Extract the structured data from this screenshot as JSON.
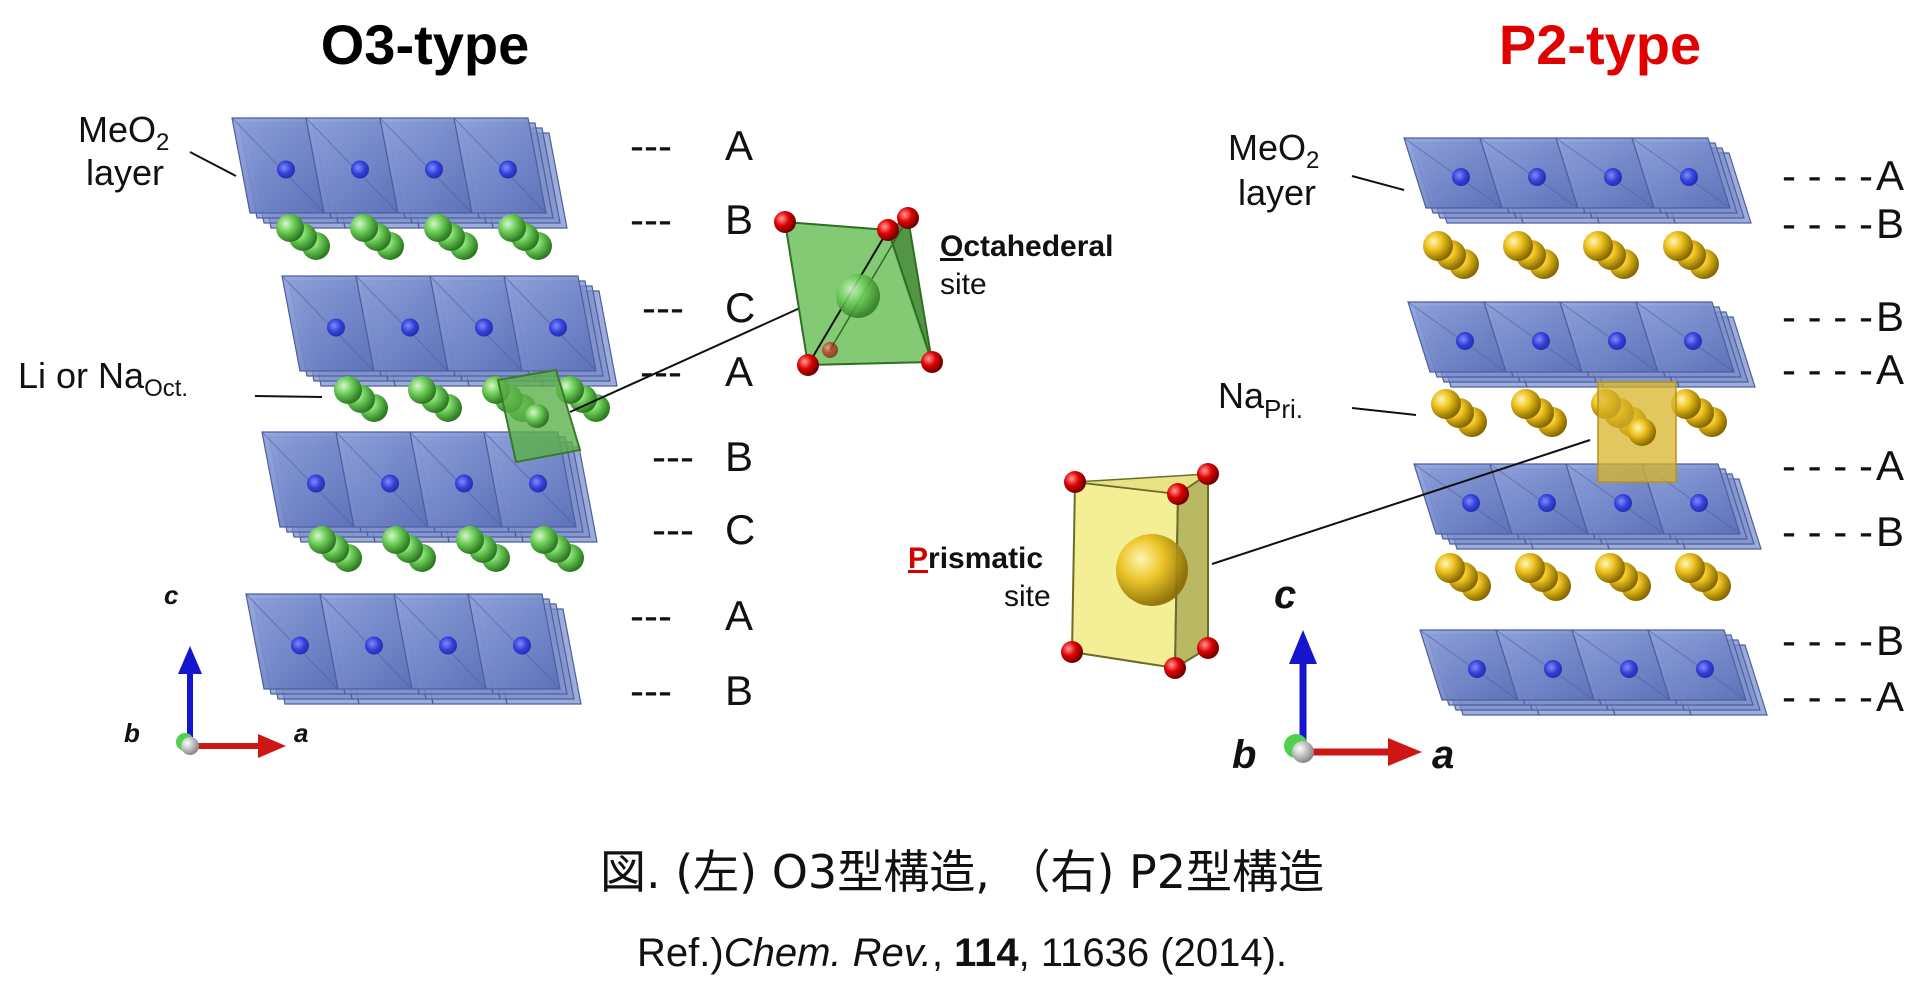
{
  "o3": {
    "title": "O3-type",
    "meo2": "MeO",
    "meo2_sub": "2",
    "layer": "layer",
    "li_na": "Li or Na",
    "li_na_sub": "Oct.",
    "stacking": [
      "A",
      "B",
      "C",
      "A",
      "B",
      "C",
      "A",
      "B"
    ],
    "site_first": "O",
    "site_rest": "ctahederal",
    "site_word": "site"
  },
  "p2": {
    "title": "P2-type",
    "meo2": "MeO",
    "meo2_sub": "2",
    "layer": "layer",
    "na": "Na",
    "na_sub": "Pri.",
    "stacking": [
      "A",
      "B",
      "B",
      "A",
      "A",
      "B",
      "B",
      "A"
    ],
    "site_first": "P",
    "site_rest": "rismatic",
    "site_word": "site"
  },
  "axes": {
    "c": "c",
    "a": "a",
    "b": "b"
  },
  "caption": {
    "fig": "図. (左) O3型構造, （右) P2型構造",
    "ref_prefix": "Ref.)",
    "ref_journal": "Chem. Rev.",
    "ref_sep": ", ",
    "ref_volume": "114",
    "ref_rest": ", 11636 (2014)."
  },
  "colors": {
    "octahedron": "#6f86c8",
    "green_ion": "#5fbf4f",
    "yellow_ion": "#e8c020",
    "oxygen": "#d40000",
    "p2_title": "#e00000"
  }
}
